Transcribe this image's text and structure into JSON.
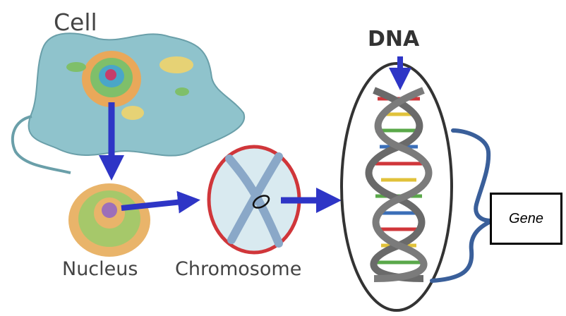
{
  "labels": {
    "cell": "Cell",
    "nucleus": "Nucleus",
    "chromosome": "Chromosome",
    "dna": "DNA",
    "gene": "Gene"
  },
  "colors": {
    "arrow": "#2e35c6",
    "cell_body": "#8fc3cc",
    "nucleus_outer": "#e9b46a",
    "chromosome_ring": "#d0363a",
    "chromosome_fill": "#d9eaf0",
    "dna_backbone": "#6a6a6a",
    "brace": "#3a5f9a"
  }
}
